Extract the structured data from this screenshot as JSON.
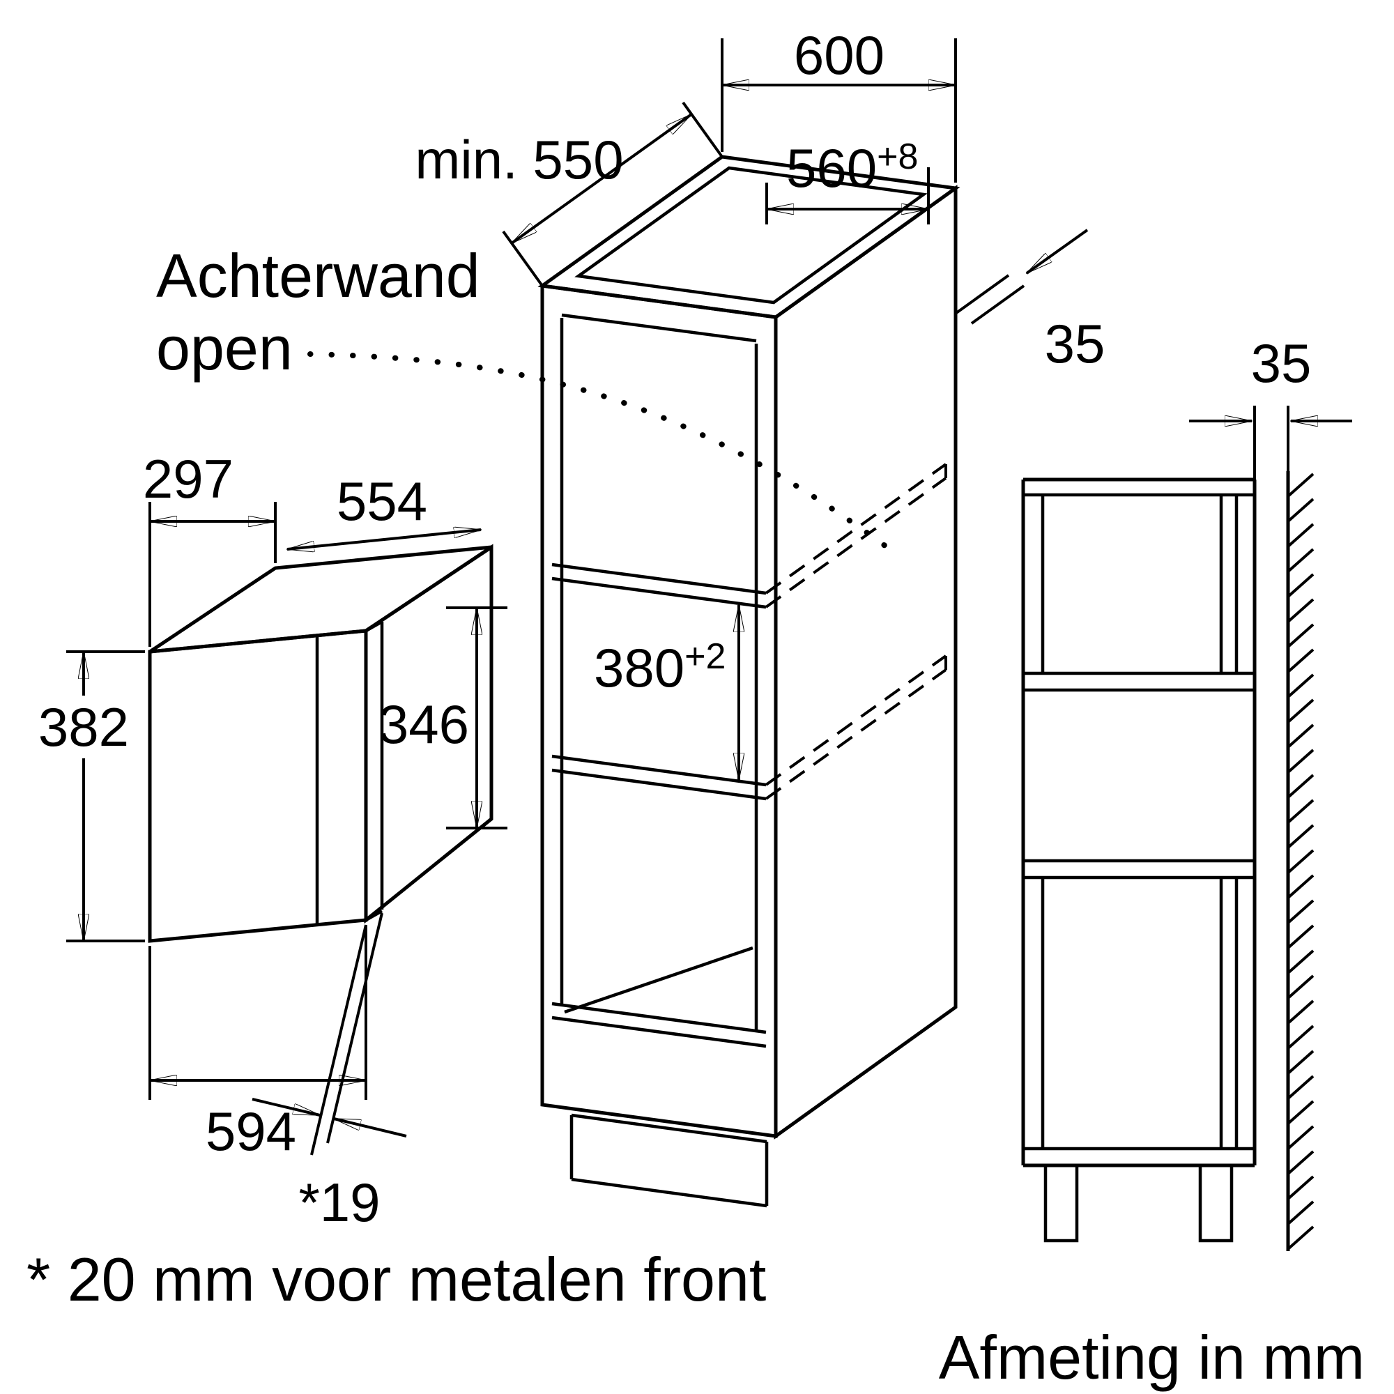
{
  "diagram": {
    "notes": {
      "rear_panel_line1": "Achterwand",
      "rear_panel_line2": "open",
      "footnote": "* 20 mm voor metalen front",
      "units": "Afmeting in mm"
    },
    "appliance": {
      "depth": "297",
      "body_width": "554",
      "front_height": "382",
      "body_height": "346",
      "front_width": "594",
      "front_offset": "*19"
    },
    "niche": {
      "min_depth": "min. 550",
      "cabinet_width": "600",
      "width": "560",
      "width_tolerance": "+8",
      "height": "380",
      "height_tolerance": "+2",
      "top_gap": "35",
      "wall_gap": "35"
    },
    "colors": {
      "line": "#000000",
      "background": "#ffffff"
    }
  }
}
